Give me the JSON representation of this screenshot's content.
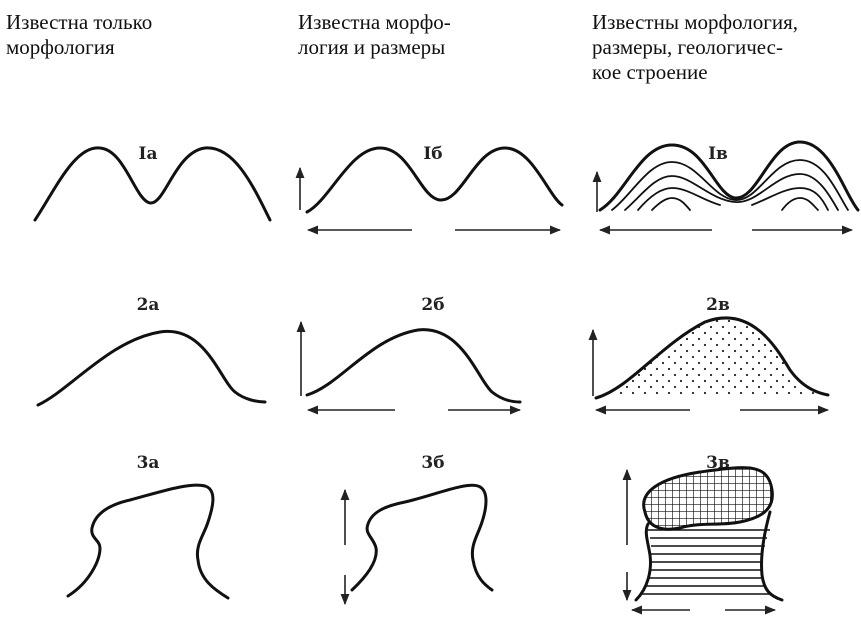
{
  "headers": [
    {
      "lines": [
        "Известна только",
        "морфология"
      ]
    },
    {
      "lines": [
        "Известна морфо-",
        "логия и размеры"
      ]
    },
    {
      "lines": [
        "Известны морфология,",
        "размеры, геологичес-",
        "кое строение"
      ]
    }
  ],
  "labels": {
    "r1a": "Iа",
    "r1b": "Iб",
    "r1c": "Iв",
    "r2a": "2а",
    "r2b": "2б",
    "r2c": "2в",
    "r3a": "3а",
    "r3b": "3б",
    "r3c": "3в"
  }
}
